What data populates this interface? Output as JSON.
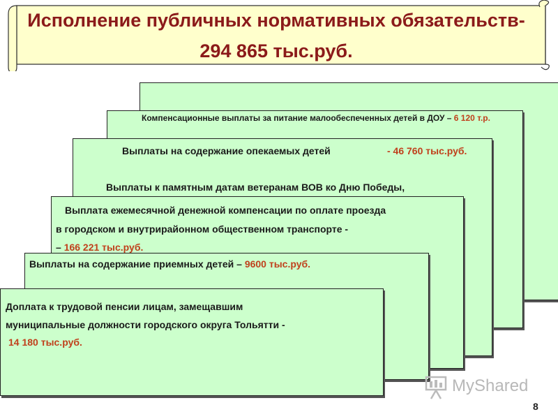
{
  "header": {
    "title_line1": "Исполнение публичных нормативных обязательств-",
    "title_line2": "294 865 тыс.руб."
  },
  "cards": {
    "card2": {
      "text": "Компенсационные выплаты за питание малообеспеченных детей в ДОУ – ",
      "amount": "6 120 т.р."
    },
    "card3": {
      "line1": "Выплаты на содержание опекаемых детей",
      "amount": "- 46 760 тыс.руб.",
      "line2": "Выплаты к памятным датам ветеранам ВОВ ко Дню Победы,"
    },
    "card4": {
      "line1": "Выплата ежемесячной денежной компенсации по оплате проезда",
      "line2": "в городском и внутрирайонном общественном транспорте -",
      "line3_prefix": "– ",
      "amount": "166 221 тыс.руб."
    },
    "card5": {
      "text": "Выплаты на содержание приемных детей – ",
      "amount": "9600 тыс.руб."
    },
    "card6": {
      "line1": "Доплата к трудовой пенсии лицам, замещавшим",
      "line2": "муниципальные должности  городского округа Тольятти -",
      "amount": "14 180 тыс.руб."
    }
  },
  "footer": {
    "logo_text": "MyShared",
    "page_number": "8"
  },
  "colors": {
    "title": "#8b1a1a",
    "amount": "#c0401c",
    "card_fill": "#ccffcc",
    "scroll_fill": "#ffffcc"
  }
}
